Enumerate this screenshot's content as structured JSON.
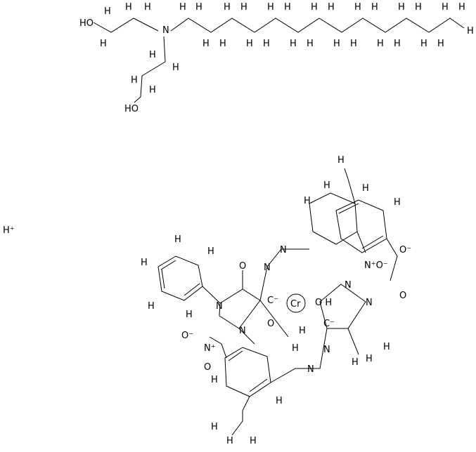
{
  "labels": {
    "ho1": "HO",
    "n_amine": "N",
    "ho2": "HO",
    "h_plus": "H⁺",
    "o_top": "O",
    "n_left_azo1": "N",
    "n_left_azo2": "N",
    "n_right_azo1": "N",
    "n_right_azo2": "N",
    "no2_top_right": "N⁺O⁻",
    "o_minus_tr": "O⁻",
    "o_tr2": "O",
    "n_pyr_left": "N",
    "n_pyr_left2": "N",
    "cr": "Cr",
    "c_left": "C⁻",
    "c_right": "C⁻",
    "o_left2": "O",
    "oh_right": "O H",
    "n_pyr_right": "N",
    "n_pyr_right2": "N",
    "no2_bottom_left": "N⁺",
    "o_minus_bl": "O⁻",
    "o_bl2": "O",
    "h_generic": "H"
  }
}
